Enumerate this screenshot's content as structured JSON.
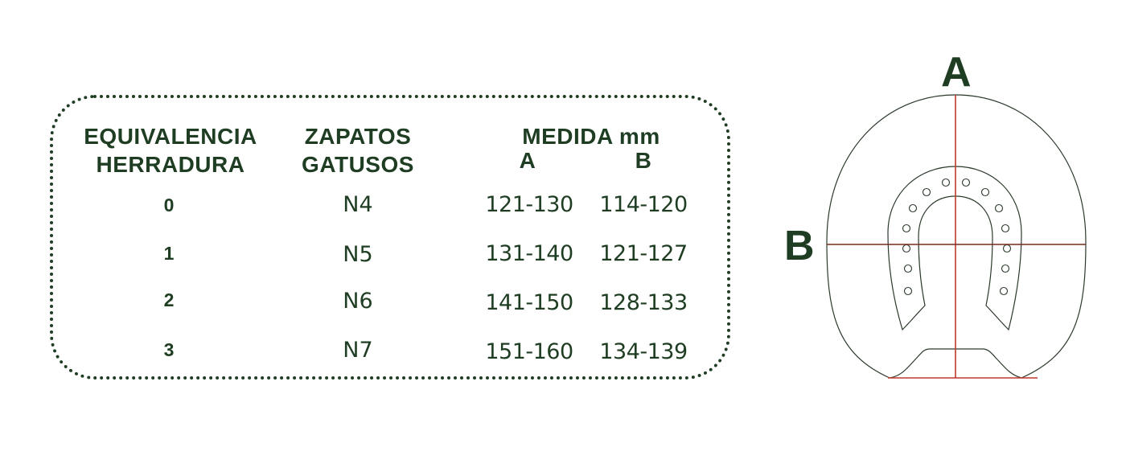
{
  "table": {
    "headers": {
      "equivalence": [
        "EQUIVALENCIA",
        "HERRADURA"
      ],
      "shoes": [
        "ZAPATOS",
        "GATUSOS"
      ],
      "measure": "MEDIDA mm",
      "measure_a": "A",
      "measure_b": "B"
    },
    "rows": [
      {
        "equivalence": "0",
        "shoe": "N4",
        "a": "121-130",
        "b": "114-120"
      },
      {
        "equivalence": "1",
        "shoe": "N5",
        "a": "131-140",
        "b": "121-127"
      },
      {
        "equivalence": "2",
        "shoe": "N6",
        "a": "141-150",
        "b": "128-133"
      },
      {
        "equivalence": "3",
        "shoe": "N7",
        "a": "151-160",
        "b": "134-139"
      }
    ]
  },
  "diagram": {
    "label_a": "A",
    "label_b": "B"
  },
  "colors": {
    "text": "#1e3d22",
    "measure_line": "#c0392b",
    "outline": "#2b3a2b"
  }
}
